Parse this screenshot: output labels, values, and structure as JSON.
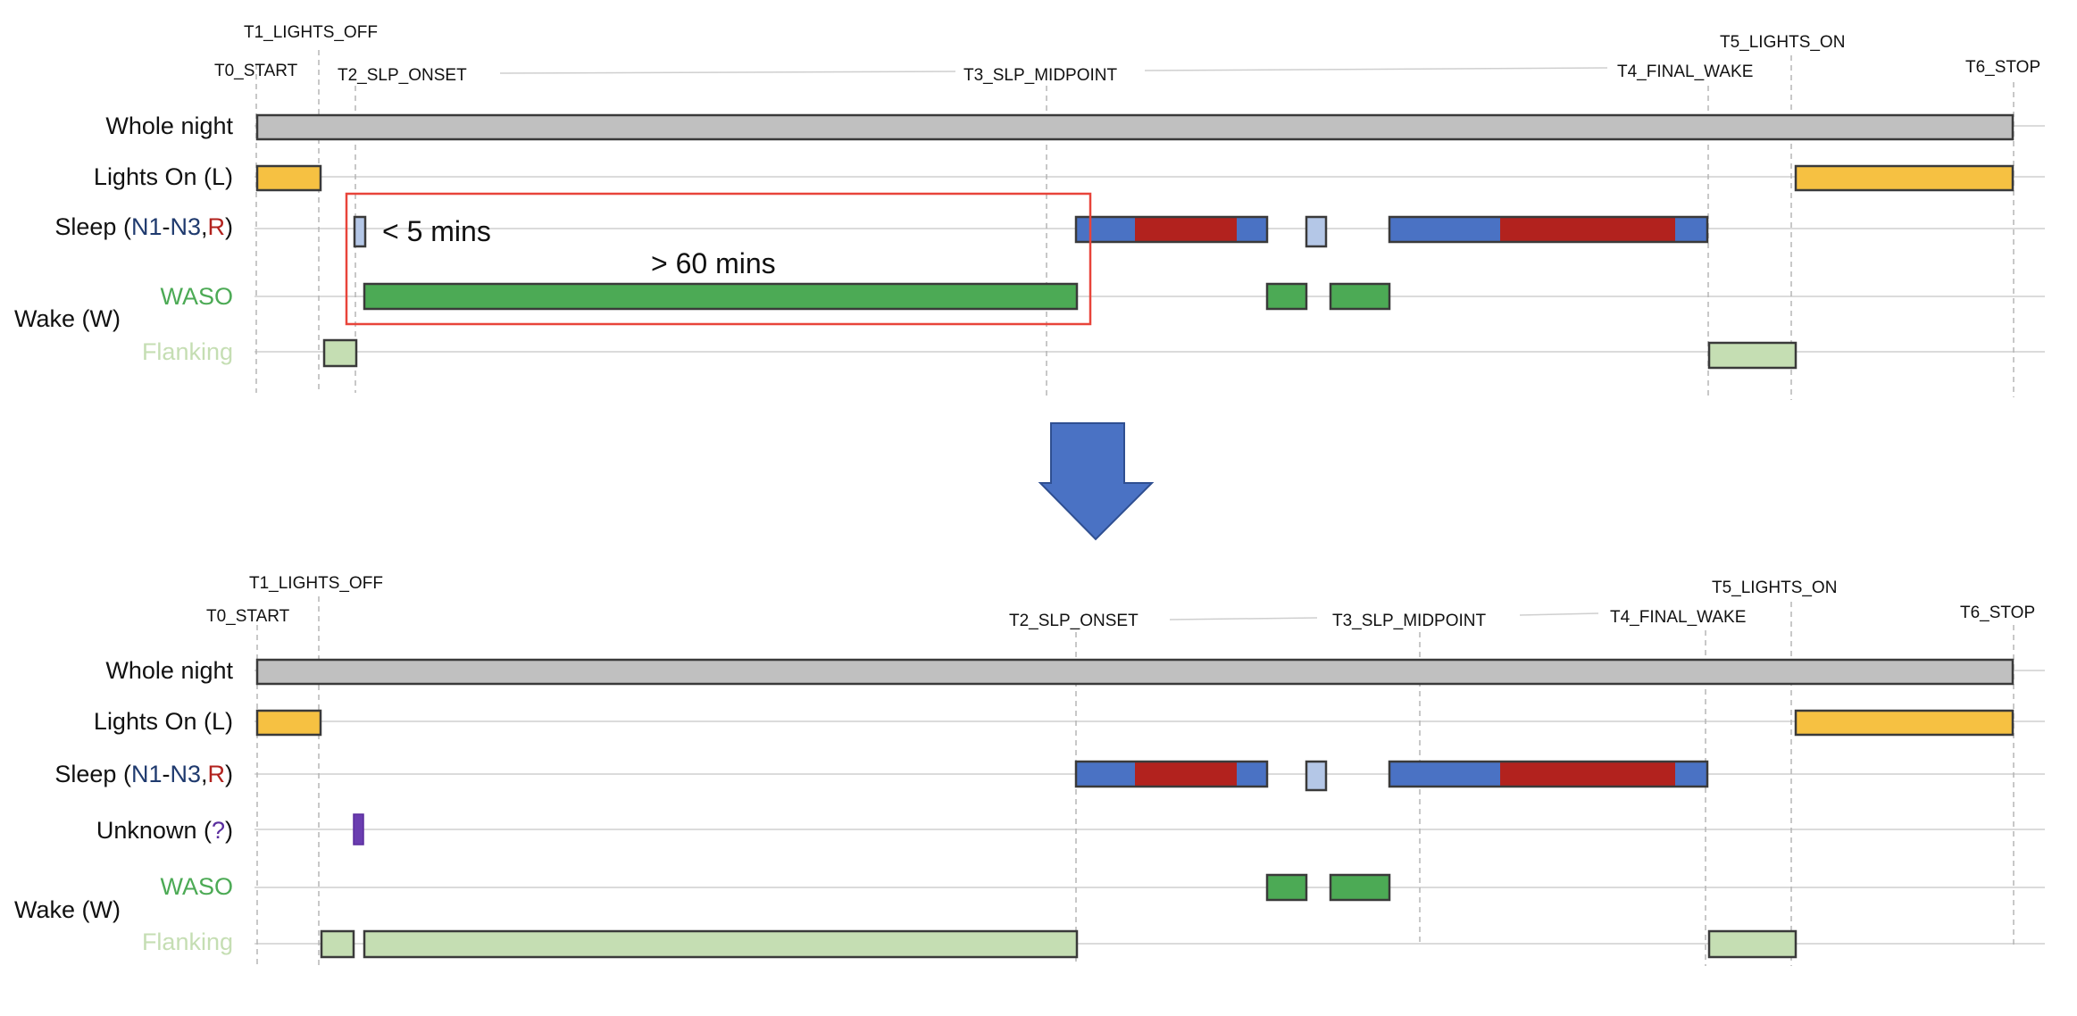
{
  "colors": {
    "whole_night": "#c0c0c0",
    "lights_on": "#f6c142",
    "sleep_nrem": "#4a72c4",
    "sleep_rem": "#b2221e",
    "sleep_short": "#b4c7e7",
    "unknown": "#6a3db0",
    "waso": "#4caa55",
    "flanking": "#c5deb3",
    "label_n": "#1f3a6e",
    "label_r": "#b2221e",
    "label_waso": "#4caa55",
    "label_flanking": "#c5deb3",
    "label_unknown": "#5a2d9e",
    "highlight_box": "#e8443a",
    "arrow": "#4a72c4"
  },
  "markers": [
    "T0_START",
    "T1_LIGHTS_OFF",
    "T2_SLP_ONSET",
    "T3_SLP_MIDPOINT",
    "T4_FINAL_WAKE",
    "T5_LIGHTS_ON",
    "T6_STOP"
  ],
  "labels": {
    "whole_night": "Whole night",
    "lights_on": "Lights On (L)",
    "sleep": {
      "prefix": "Sleep (",
      "n1": "N1",
      "dash": "-",
      "n3": "N3",
      "comma": ",",
      "r": "R",
      "suffix": ")"
    },
    "unknown": {
      "prefix": "Unknown (",
      "q": "?",
      "suffix": ")"
    },
    "waso": "WASO",
    "wake": "Wake (W)",
    "flanking": "Flanking"
  },
  "annotations": {
    "short_bout": "< 5 mins",
    "long_waso": "> 60 mins"
  }
}
